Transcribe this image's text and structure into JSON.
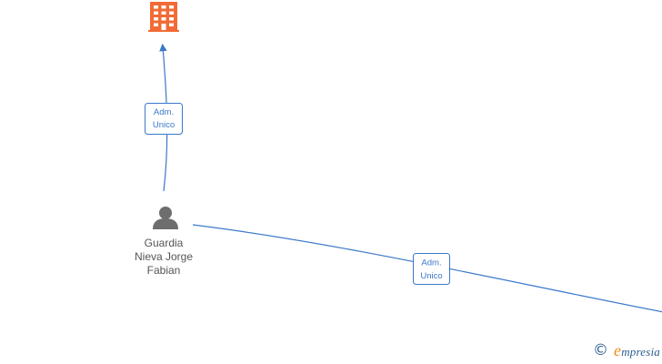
{
  "colors": {
    "edge": "#3a78c9",
    "company_icon": "#f26b36",
    "person_icon": "#6e6e6e",
    "label_text": "#555555",
    "watermark": "#2a5d8f",
    "watermark_accent": "#f08a1c"
  },
  "nodes": {
    "company": {
      "icon": "building-icon"
    },
    "person": {
      "icon": "person-icon",
      "label_lines": [
        "Guardia",
        "Nieva Jorge",
        "Fabian"
      ]
    }
  },
  "edges": [
    {
      "from": "person",
      "to": "company",
      "label_lines": [
        "Adm.",
        "Unico"
      ]
    },
    {
      "from": "person",
      "to": "offscreen-right",
      "label_lines": [
        "Adm.",
        "Unico"
      ]
    }
  ],
  "watermark": {
    "symbol": "©",
    "brand_initial": "e",
    "brand_rest": "mpresia"
  }
}
